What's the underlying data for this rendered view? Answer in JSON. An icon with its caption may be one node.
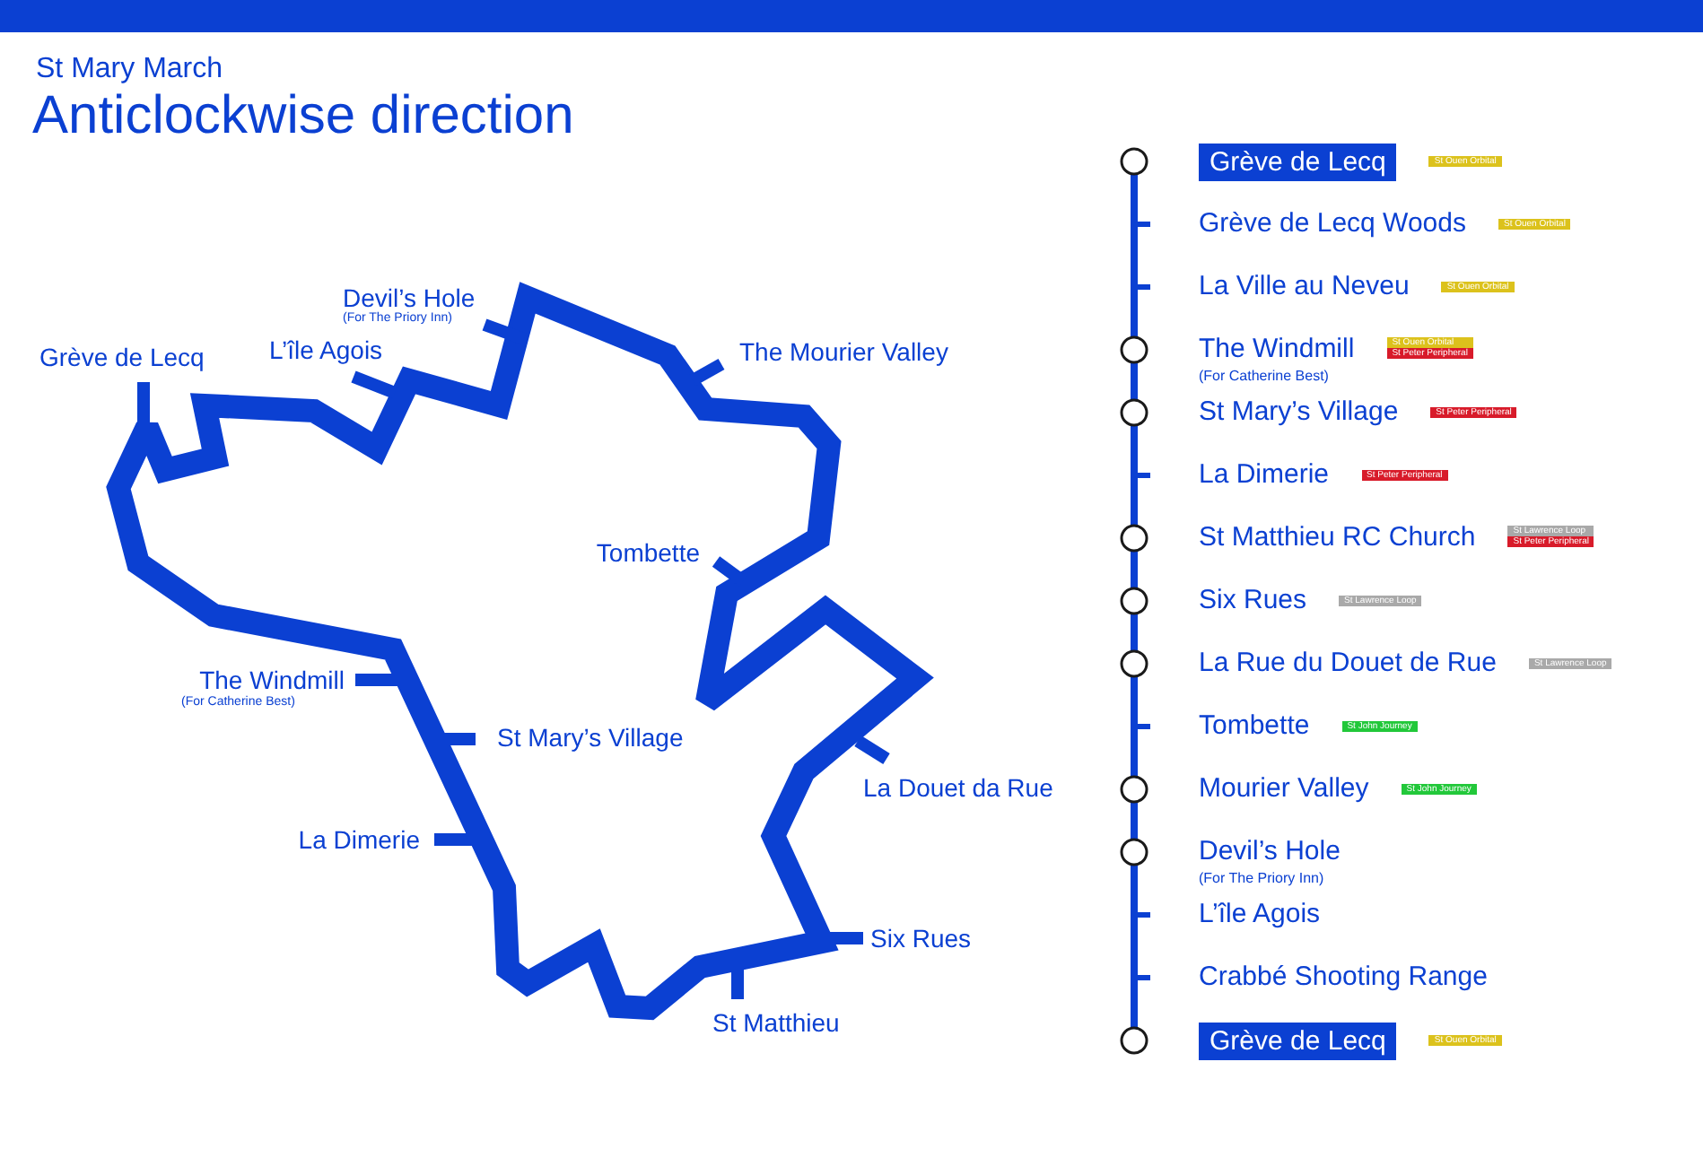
{
  "diagram": {
    "title": "Anticlockwise direction",
    "nodes": [
      {
        "text": [],
        "shape": "bar"
      },
      {
        "text": [
          "Grève de Lecq"
        ]
      },
      {
        "text": [
          "St Ouen Orbital"
        ]
      },
      {
        "text": [
          "Grève de Lecq Woods"
        ]
      },
      {
        "text": [
          "St Ouen Orbital"
        ]
      },
      {
        "text": [
          "La Ville au Neveu"
        ]
      },
      {
        "text": [
          "St Ouen Orbital"
        ]
      },
      {
        "text": [
          "The Windmill",
          "(For Catherine Best)"
        ]
      },
      {
        "text": [
          "St Ouen Orbital"
        ]
      },
      {
        "text": [
          "St Peter Peripheral"
        ]
      },
      {
        "text": [
          "St Mary’s Village"
        ]
      },
      {
        "text": [
          "St Peter Peripheral"
        ]
      },
      {
        "text": [
          "La Dimerie"
        ]
      },
      {
        "text": [
          "St Peter Peripheral"
        ]
      },
      {
        "text": [
          "St Matthieu RC Church"
        ]
      },
      {
        "text": [
          "St Lawrence Loop"
        ]
      },
      {
        "text": [
          "St Peter Peripheral"
        ]
      },
      {
        "text": [
          "Six Rues"
        ]
      },
      {
        "text": [
          "St Lawrence Loop"
        ]
      },
      {
        "text": [
          "La Rue du Douet de Rue"
        ]
      },
      {
        "text": [
          "St Lawrence Loop"
        ]
      },
      {
        "text": [
          "Tombette"
        ]
      },
      {
        "text": [
          "St John Journey"
        ]
      },
      {
        "text": [
          "Mourier Valley"
        ]
      },
      {
        "text": [
          "St John Journey"
        ]
      },
      {
        "text": [
          "Devil’s Hole",
          "(For The Priory Inn)"
        ]
      },
      {
        "text": [
          "L’île Agois"
        ]
      },
      {
        "text": [
          "Crabbé Shooting Range"
        ]
      },
      {
        "text": [
          "Grève de Lecq"
        ]
      },
      {
        "text": [
          "St Ouen Orbital"
        ]
      }
    ],
    "edges": [
      {
        "from": 1,
        "to": 3,
        "arrow": "none"
      },
      {
        "from": 3,
        "to": 5,
        "arrow": "none"
      },
      {
        "from": 5,
        "to": 7,
        "arrow": "none"
      },
      {
        "from": 7,
        "to": 10,
        "arrow": "none"
      },
      {
        "from": 10,
        "to": 12,
        "arrow": "none"
      },
      {
        "from": 12,
        "to": 14,
        "arrow": "none"
      },
      {
        "from": 14,
        "to": 17,
        "arrow": "none"
      },
      {
        "from": 17,
        "to": 19,
        "arrow": "none"
      },
      {
        "from": 19,
        "to": 21,
        "arrow": "none"
      },
      {
        "from": 21,
        "to": 23,
        "arrow": "none"
      },
      {
        "from": 23,
        "to": 25,
        "arrow": "none"
      },
      {
        "from": 25,
        "to": 26,
        "arrow": "none"
      },
      {
        "from": 26,
        "to": 27,
        "arrow": "none"
      },
      {
        "from": 27,
        "to": 28,
        "arrow": "none"
      }
    ],
    "labels": [
      "St Mary March",
      "Devil’s Hole",
      "(For The Priory Inn)",
      "Grève de Lecq",
      "L’île Agois",
      "The Mourier Valley",
      "Tombette",
      "The Windmill",
      "(For Catherine Best)",
      "St Mary’s Village",
      "La Douet da Rue",
      "La Dimerie",
      "Six Rues",
      "St Matthieu"
    ]
  }
}
